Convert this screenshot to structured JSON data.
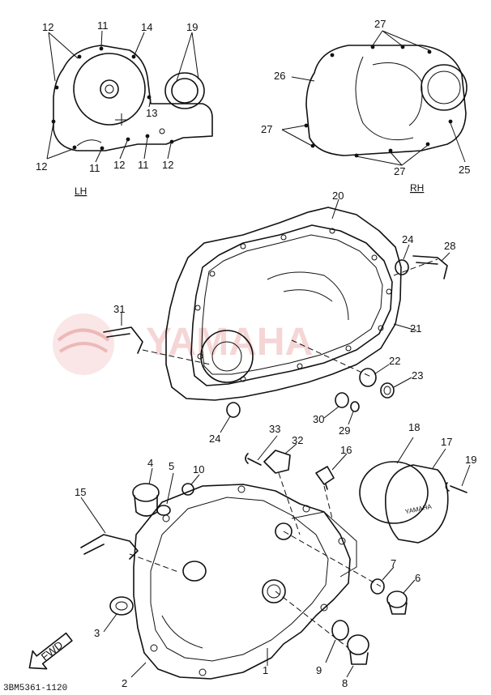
{
  "side_labels": {
    "left": "LH",
    "right": "RH"
  },
  "direction_badge": "FWD",
  "diagram_code": "3BM5361-1120",
  "watermark": {
    "logo": "YAMAHA"
  },
  "callouts": [
    {
      "id": "c1",
      "label": "1"
    },
    {
      "id": "c2",
      "label": "2"
    },
    {
      "id": "c3",
      "label": "3"
    },
    {
      "id": "c4",
      "label": "4"
    },
    {
      "id": "c5",
      "label": "5"
    },
    {
      "id": "c6",
      "label": "6"
    },
    {
      "id": "c7",
      "label": "7"
    },
    {
      "id": "c8",
      "label": "8"
    },
    {
      "id": "c9",
      "label": "9"
    },
    {
      "id": "c10",
      "label": "10"
    },
    {
      "id": "c11a",
      "label": "11"
    },
    {
      "id": "c11b",
      "label": "11"
    },
    {
      "id": "c11c",
      "label": "11"
    },
    {
      "id": "c12a",
      "label": "12"
    },
    {
      "id": "c12b",
      "label": "12"
    },
    {
      "id": "c12c",
      "label": "12"
    },
    {
      "id": "c12d",
      "label": "12"
    },
    {
      "id": "c13",
      "label": "13"
    },
    {
      "id": "c14",
      "label": "14"
    },
    {
      "id": "c15",
      "label": "15"
    },
    {
      "id": "c16",
      "label": "16"
    },
    {
      "id": "c17",
      "label": "17"
    },
    {
      "id": "c18",
      "label": "18"
    },
    {
      "id": "c19a",
      "label": "19"
    },
    {
      "id": "c19b",
      "label": "19"
    },
    {
      "id": "c20",
      "label": "20"
    },
    {
      "id": "c21",
      "label": "21"
    },
    {
      "id": "c22",
      "label": "22"
    },
    {
      "id": "c23",
      "label": "23"
    },
    {
      "id": "c24a",
      "label": "24"
    },
    {
      "id": "c24b",
      "label": "24"
    },
    {
      "id": "c25",
      "label": "25"
    },
    {
      "id": "c26",
      "label": "26"
    },
    {
      "id": "c27a",
      "label": "27"
    },
    {
      "id": "c27b",
      "label": "27"
    },
    {
      "id": "c27c",
      "label": "27"
    },
    {
      "id": "c28",
      "label": "28"
    },
    {
      "id": "c29",
      "label": "29"
    },
    {
      "id": "c30",
      "label": "30"
    },
    {
      "id": "c31",
      "label": "31"
    },
    {
      "id": "c32",
      "label": "32"
    },
    {
      "id": "c33",
      "label": "33"
    }
  ]
}
